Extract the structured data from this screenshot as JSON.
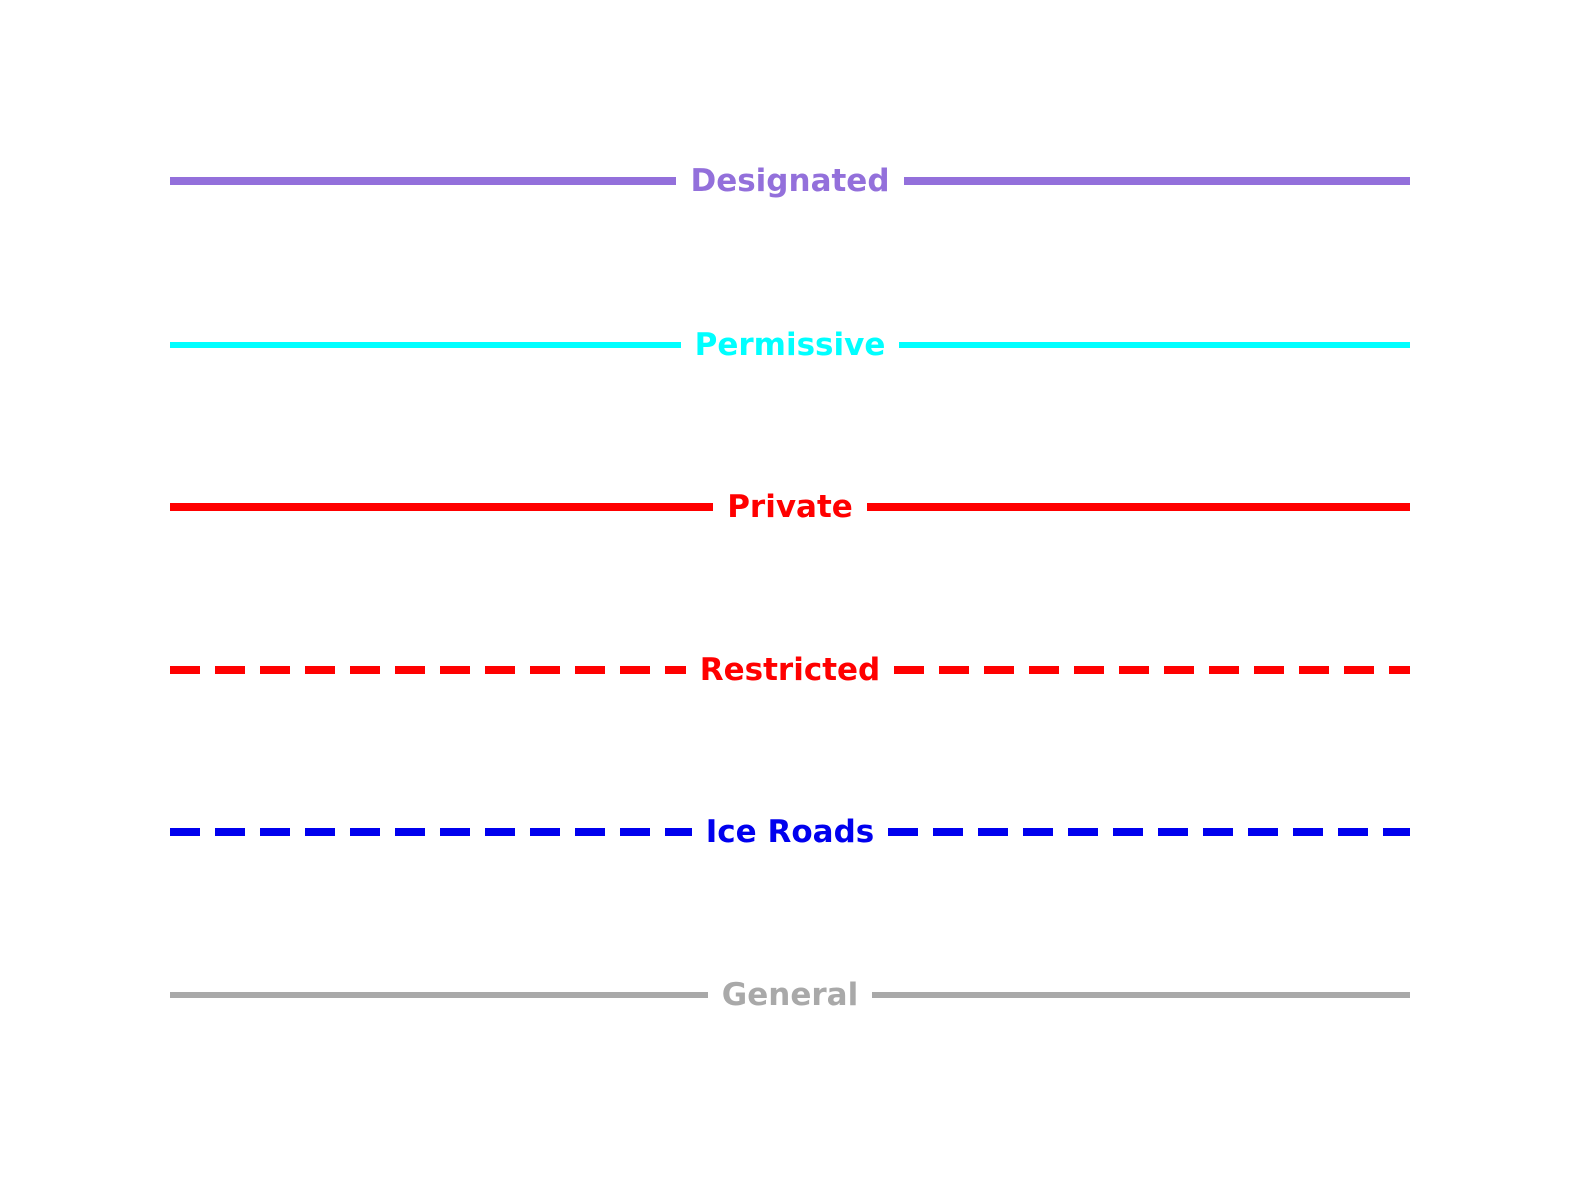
{
  "page": {
    "background": "#ffffff"
  },
  "legend": {
    "items": [
      {
        "label": "Designated",
        "color": "#9370DB",
        "line_style": "solid",
        "line_width": 8,
        "dash": null
      },
      {
        "label": "Permissive",
        "color": "#00FFFF",
        "line_style": "solid",
        "line_width": 6,
        "dash": null
      },
      {
        "label": "Private",
        "color": "#FF0000",
        "line_style": "solid",
        "line_width": 8,
        "dash": null
      },
      {
        "label": "Restricted",
        "color": "#FF0000",
        "line_style": "dashed",
        "line_width": 8,
        "dash": [
          30,
          15
        ]
      },
      {
        "label": "Ice Roads",
        "color": "#0000EE",
        "line_style": "dashed",
        "line_width": 8,
        "dash": [
          30,
          15
        ]
      },
      {
        "label": "General",
        "color": "#A9A9A9",
        "line_style": "solid",
        "line_width": 6,
        "dash": null
      }
    ]
  }
}
